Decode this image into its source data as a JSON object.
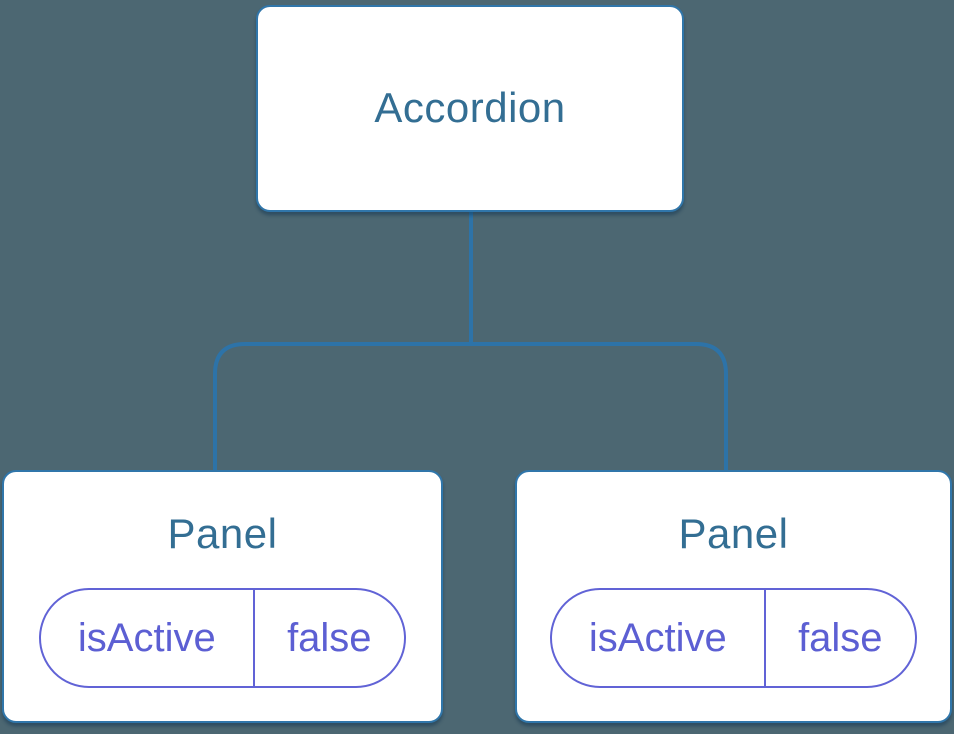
{
  "colors": {
    "background": "#4c6772",
    "node_fill": "#ffffff",
    "node_border": "#3076aa",
    "node_title": "#336e93",
    "connector": "#2d73a8",
    "pill_border": "#6163d6",
    "pill_text": "#5c5fd3"
  },
  "tree": {
    "root": {
      "label": "Accordion"
    },
    "children": [
      {
        "label": "Panel",
        "state": {
          "key": "isActive",
          "value": "false"
        }
      },
      {
        "label": "Panel",
        "state": {
          "key": "isActive",
          "value": "false"
        }
      }
    ]
  }
}
